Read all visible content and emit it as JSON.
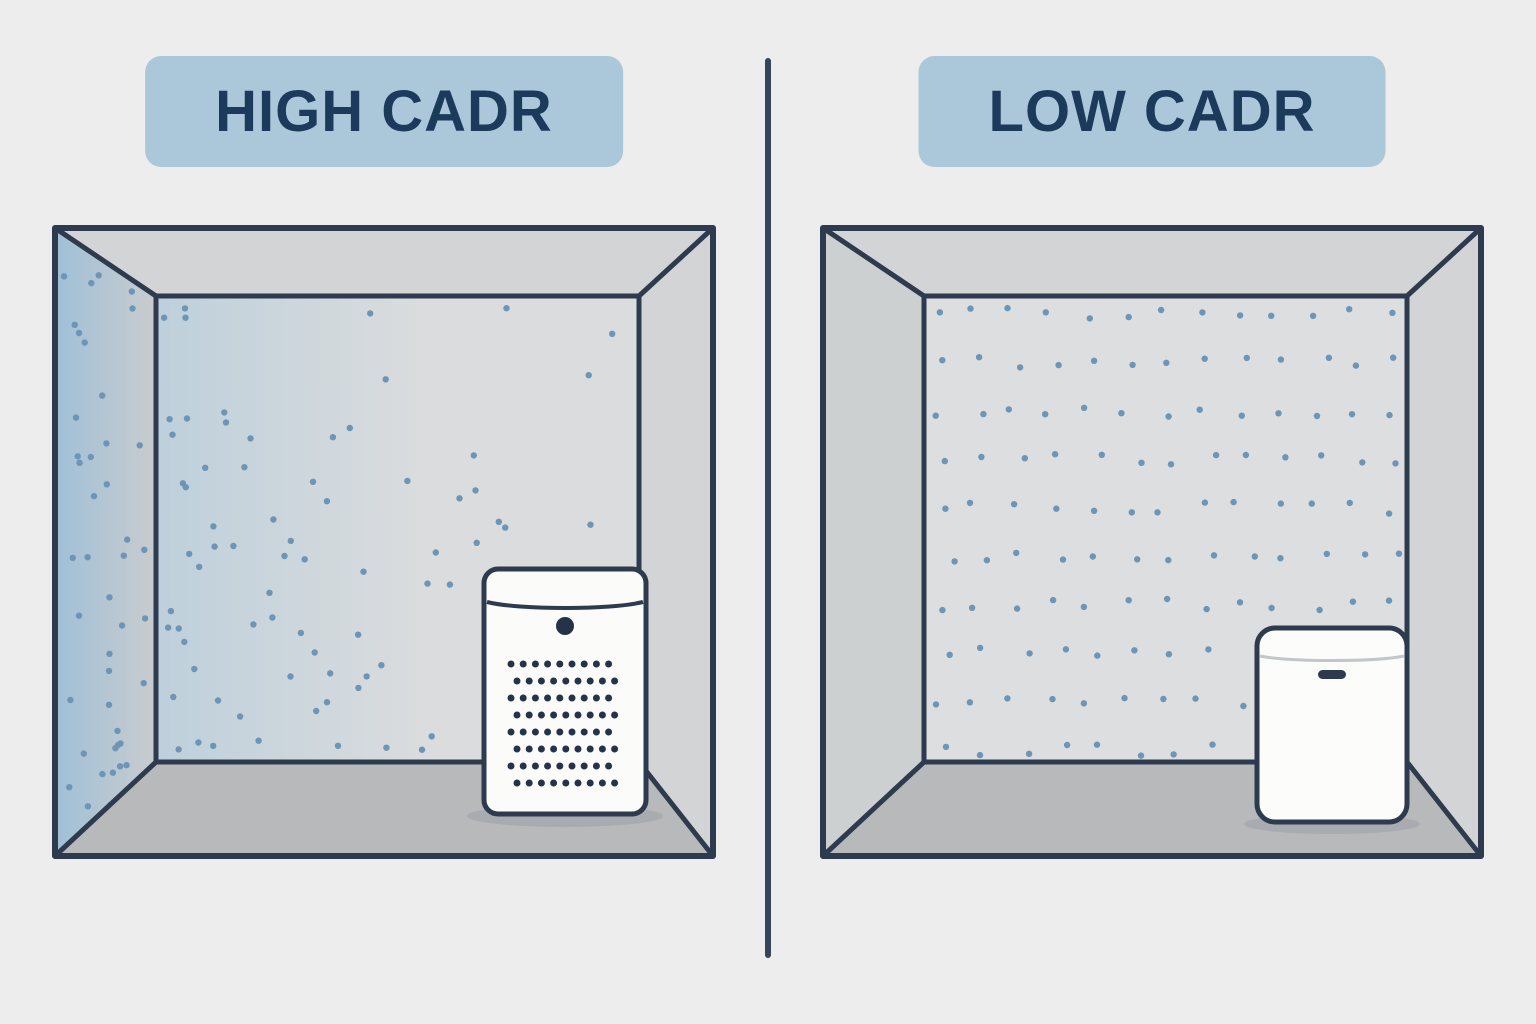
{
  "page": {
    "title": "High CADR vs Low CADR room comparison",
    "background": "#ecedec",
    "outline_color": "#2e3b4f"
  },
  "divider": {
    "color": "#36455b"
  },
  "panels": [
    {
      "id": "high-cadr",
      "label": "HIGH CADR",
      "badge": {
        "background": "#abc8da",
        "text_color": "#1c3a5c"
      },
      "room": {
        "wall_color": "#d0d2d4",
        "back_wall_color": "#dadcdd",
        "floor_color": "#b7b9bb",
        "clean_air_highlight": "#9dbfd8"
      },
      "particles": {
        "color": "#6d95b6",
        "left_wall_count": 42,
        "back_wall_count": 72,
        "distribution": "dense-left-fading-toward-purifier"
      },
      "purifier": {
        "style": "large-tower",
        "details": [
          "power-button",
          "perforated-grille"
        ],
        "body_color": "#fbfbfa"
      }
    },
    {
      "id": "low-cadr",
      "label": "LOW CADR",
      "badge": {
        "background": "#abc8da",
        "text_color": "#1c3a5c"
      },
      "room": {
        "wall_color": "#d0d2d4",
        "back_wall_color": "#dadcdd",
        "floor_color": "#b7b9bb"
      },
      "particles": {
        "color": "#6d95b6",
        "rows": 10,
        "cols": 13,
        "distribution": "uniform"
      },
      "purifier": {
        "style": "compact-box",
        "details": [
          "indicator-slot"
        ],
        "body_color": "#fcfcfb"
      }
    }
  ]
}
